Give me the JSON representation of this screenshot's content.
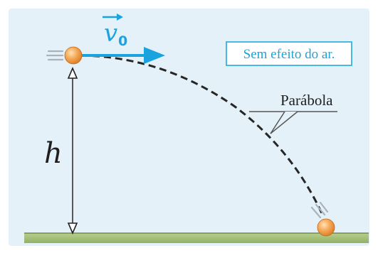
{
  "diagram": {
    "air_note": "Sem efeito do ar.",
    "curve_label": "Parábola",
    "height_label": "h",
    "velocity_label": "v",
    "velocity_subscript": "0"
  },
  "colors": {
    "panel_background": "#e6f2f8",
    "outer_background": "#ffffff",
    "ground": "#a4c27a",
    "ground_line": "#7a9a52",
    "velocity_arrow": "#1aa3de",
    "note_box_border": "#35b2e3",
    "note_text": "#1aa3de",
    "trajectory": "#222222",
    "ball": "#f5a14a",
    "ball_highlight": "#ffd9a6"
  }
}
